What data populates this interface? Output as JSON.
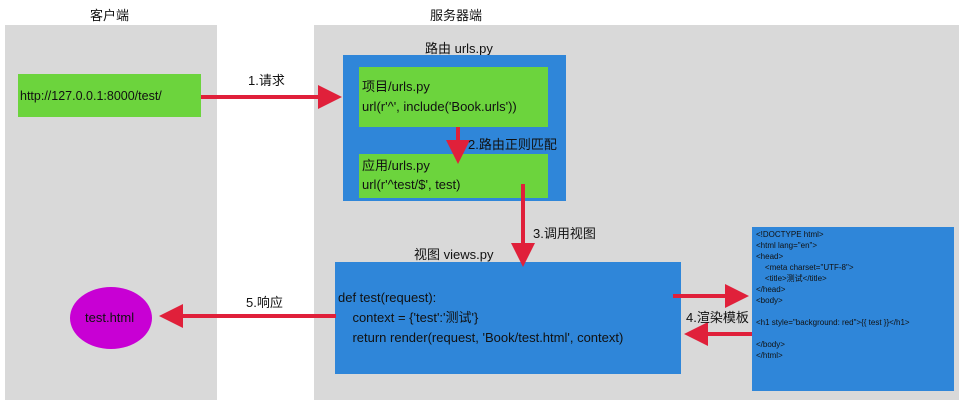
{
  "client": {
    "label": "客户端",
    "url": "http://127.0.0.1:8000/test/"
  },
  "server": {
    "label": "服务器端"
  },
  "router": {
    "title": "路由 urls.py",
    "project_file": "项目/urls.py",
    "project_code": "url(r'^', include('Book.urls'))",
    "app_file": "应用/urls.py",
    "app_code": "url(r'^test/$', test)"
  },
  "view": {
    "title": "视图 views.py",
    "code_lines": [
      "def test(request):",
      "    context = {'test':'测试'}",
      "    return render(request, 'Book/test.html', context)"
    ]
  },
  "template_html": {
    "lines": [
      "<!DOCTYPE html>",
      "<html lang=\"en\">",
      "<head>",
      "    <meta charset=\"UTF-8\">",
      "    <title>测试</title>",
      "</head>",
      "<body>",
      "",
      "<h1 style=\"background: red\">{{ test }}</h1>",
      "",
      "</body>",
      "</html>"
    ]
  },
  "result": {
    "label": "test.html"
  },
  "steps": {
    "request": "1.请求",
    "route_match": "2.路由正则匹配",
    "call_view": "3.调用视图",
    "render_template": "4.渲染模板",
    "response": "5.响应"
  },
  "colors": {
    "panel": "#d9d9d9",
    "blue": "#2f86d9",
    "green": "#6cd43d",
    "arrow": "#e0203a",
    "circle": "#c800d4"
  }
}
